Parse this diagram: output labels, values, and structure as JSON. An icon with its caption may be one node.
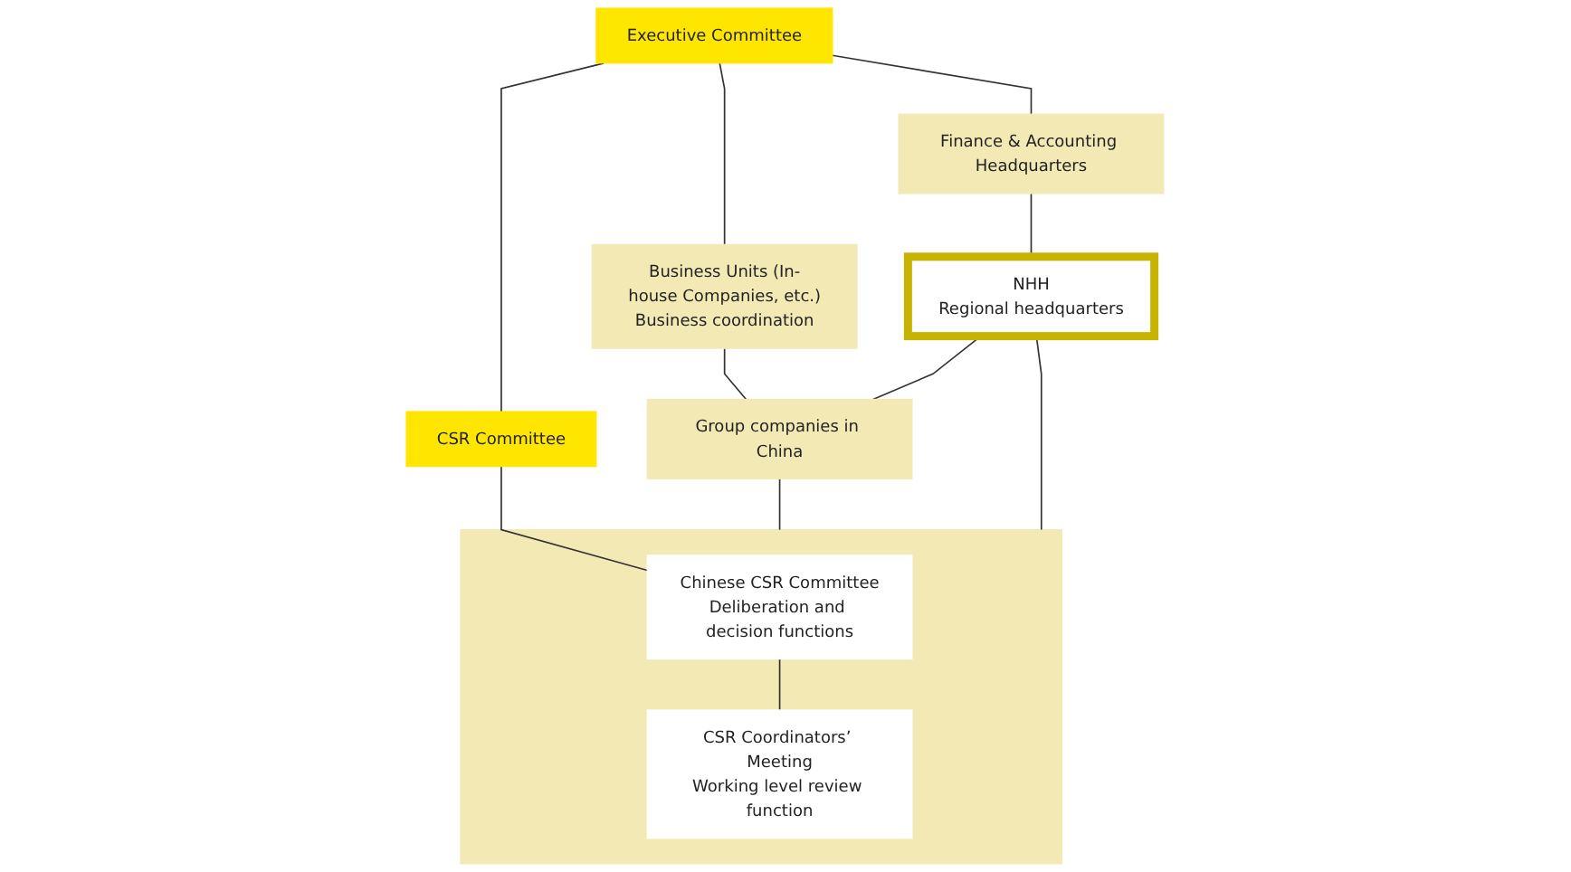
{
  "diagram": {
    "nodes": [
      {
        "text": [
          "Executive Committee"
        ]
      },
      {
        "text": [
          "CSR Committee"
        ]
      },
      {
        "text": [
          "Business Units (In-house Companies, etc.)",
          "Business coordination"
        ]
      },
      {
        "text": [
          "Finance & Accounting Headquarters"
        ]
      },
      {
        "text": [
          "NHH",
          "Regional headquarters"
        ]
      },
      {
        "text": [],
        "shape": "box"
      },
      {
        "text": [
          "Chinese CSR Committee",
          "Deliberation and decision functions"
        ],
        "in": 5
      },
      {
        "text": [
          "CSR Coordinators’ Meeting",
          "Working level review function"
        ],
        "in": 5
      },
      {
        "text": [
          "Group companies in China"
        ]
      }
    ],
    "edges": [
      {
        "from": 0,
        "to": 1,
        "arrow": "none"
      },
      {
        "from": 0,
        "to": 2,
        "arrow": "none"
      },
      {
        "from": 0,
        "to": 3,
        "arrow": "none"
      },
      {
        "from": 3,
        "to": 4,
        "arrow": "none"
      },
      {
        "from": 1,
        "to": 6,
        "arrow": "none"
      },
      {
        "from": 4,
        "to": 5,
        "arrow": "none"
      },
      {
        "from": 6,
        "to": 7,
        "arrow": "none"
      },
      {
        "from": 2,
        "to": 8,
        "arrow": "none"
      },
      {
        "from": 4,
        "to": 8,
        "arrow": "none"
      },
      {
        "from": 8,
        "to": 5,
        "arrow": "none"
      }
    ]
  }
}
